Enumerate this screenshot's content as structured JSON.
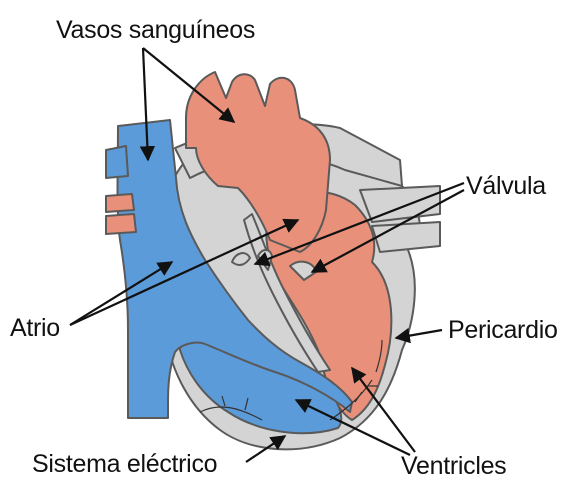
{
  "labels": {
    "blood_vessels": "Vasos sanguíneos",
    "valve": "Válvula",
    "atrium": "Atrio",
    "pericardium": "Pericardio",
    "electrical_system": "Sistema eléctrico",
    "ventricles": "Ventricles"
  },
  "colors": {
    "oxygenated_red": "#e8907a",
    "deoxygenated_blue": "#5b9bd9",
    "pericardium_gray": "#d4d4d4",
    "outline": "#5a5a5a",
    "label_text": "#111111"
  }
}
